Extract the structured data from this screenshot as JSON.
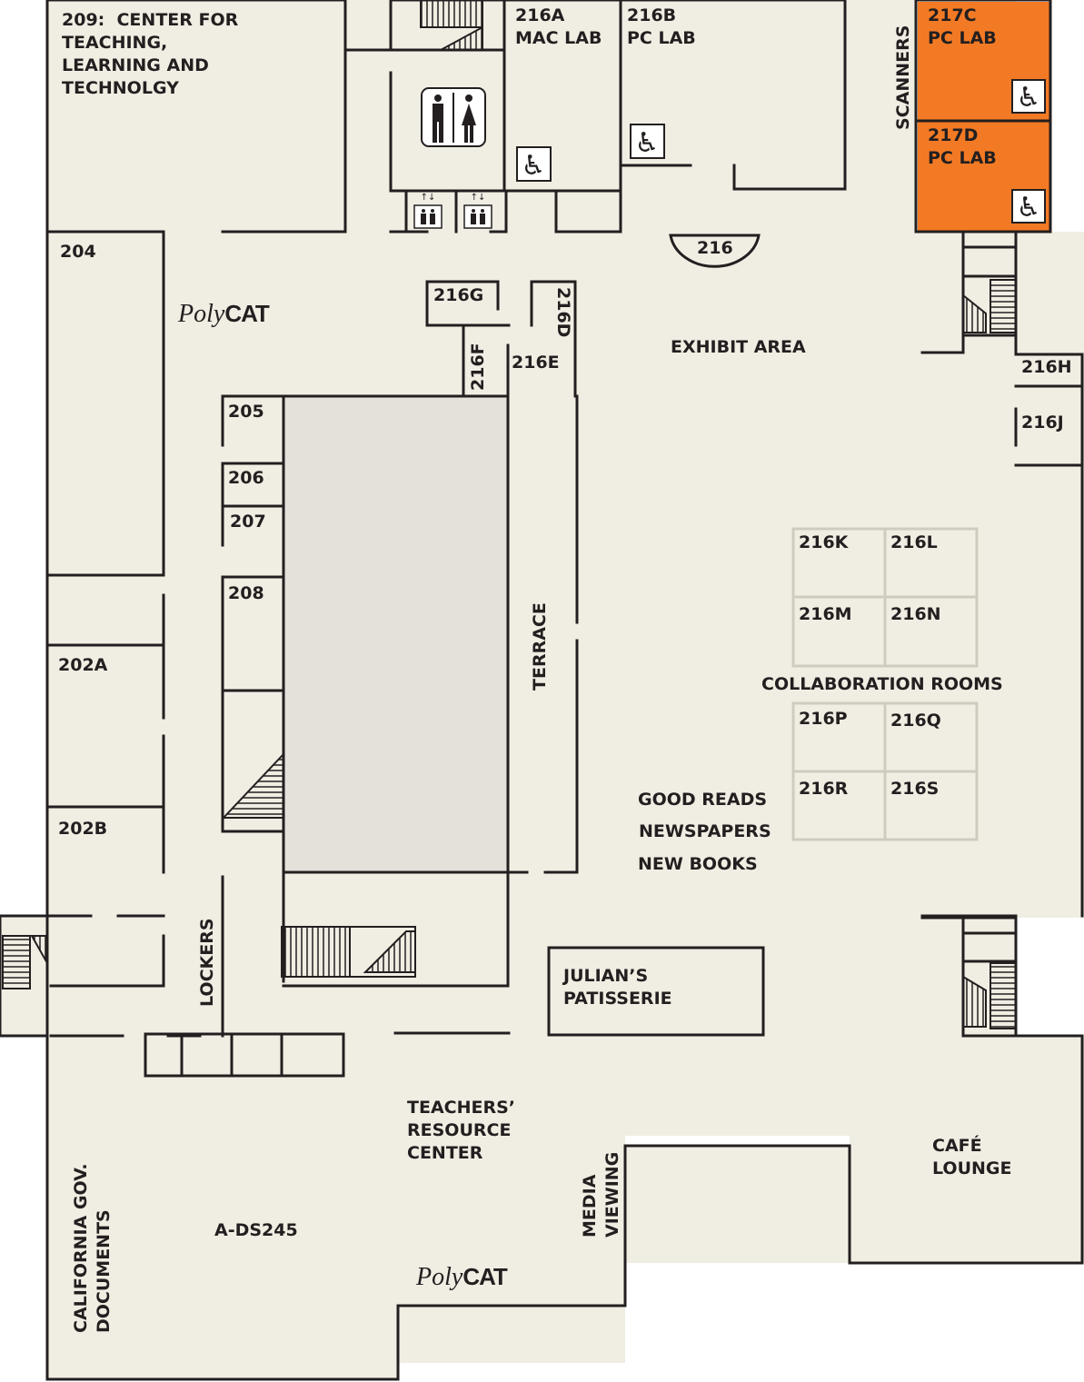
{
  "colors": {
    "background": "#ffffff",
    "floor": "#f0eee3",
    "wall": "#231f20",
    "courtyard": "#e3e1da",
    "highlight": "#f37a24",
    "collab_grid": "#cfcbbf"
  },
  "rooms": {
    "r209": "209:  CENTER FOR\nTEACHING,\nLEARNING AND\nTECHNOLGY",
    "r216a": "216A\nMAC LAB",
    "r216b": "216B\nPC LAB",
    "r217c": "217C\nPC LAB",
    "r217d": "217D\nPC LAB",
    "scanners": "SCANNERS",
    "r204": "204",
    "r216": "216",
    "r216g": "216G",
    "r216d": "216D",
    "r216f": "216F",
    "r216e": "216E",
    "exhibit": "EXHIBIT AREA",
    "r216h": "216H",
    "r216j": "216J",
    "r205": "205",
    "r206": "206",
    "r207": "207",
    "r208": "208",
    "r202a": "202A",
    "r202b": "202B",
    "terrace": "TERRACE",
    "r216k": "216K",
    "r216l": "216L",
    "r216m": "216M",
    "r216n": "216N",
    "collab": "COLLABORATION ROOMS",
    "r216p": "216P",
    "r216q": "216Q",
    "r216r": "216R",
    "r216s": "216S",
    "good_reads": "GOOD READS",
    "newspapers": "NEWSPAPERS",
    "new_books": "NEW BOOKS",
    "lockers": "LOCKERS",
    "julians": "JULIAN’S\nPATISSERIE",
    "teachers": "TEACHERS’\nRESOURCE\nCENTER",
    "media": "MEDIA\nVIEWING",
    "cafe": "CAFÉ\nLOUNGE",
    "cagov": "CALIFORNIA GOV.\nDOCUMENTS",
    "ads245": "A-DS245"
  },
  "logo": {
    "poly": "Poly",
    "cat": "CAT"
  },
  "icons": {
    "restroom": "restroom-icon",
    "accessible": "wheelchair-icon",
    "elevator": "elevator-icon",
    "stairs": "stairs-icon"
  }
}
